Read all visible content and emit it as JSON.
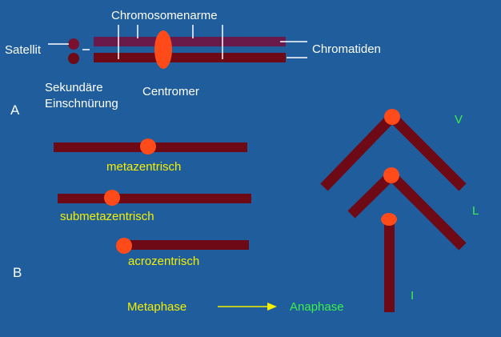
{
  "colors": {
    "background": "#1f5d9c",
    "chromatid_purple": "#6a1a4a",
    "chromatid_dark": "#6e0a16",
    "centromere": "#ff4a1a",
    "satellite": "#7a1030",
    "white_text": "#ffffff",
    "yellow_text": "#f4f000",
    "green_text": "#3cf04a"
  },
  "labels": {
    "chromosomenarme": "Chromosomenarme",
    "satellit": "Satellit",
    "chromatiden": "Chromatiden",
    "sekundaere": "Sekundäre",
    "einschnuerung": "Einschnürung",
    "centromer": "Centromer",
    "section_a": "A",
    "section_b": "B",
    "metazentrisch": "metazentrisch",
    "submetazentrisch": "submetazentrisch",
    "acrozentrisch": "acrozentrisch",
    "metaphase": "Metaphase",
    "anaphase": "Anaphase",
    "shape_v": "V",
    "shape_l": "L",
    "shape_i": "I"
  }
}
